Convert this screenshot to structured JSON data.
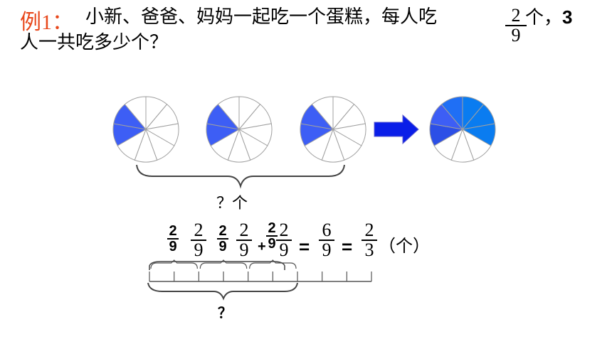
{
  "example": {
    "label": "例1：",
    "text_line1": "小新、爸爸、妈妈一起吃一个蛋糕，每人吃",
    "text_line1_tail": "个，",
    "text_count": "3",
    "text_line2": "人一共吃多少个？",
    "fraction": {
      "numerator": "2",
      "denominator": "9"
    }
  },
  "pies": {
    "slices": 9,
    "filled_each": 2,
    "count": 3,
    "result_filled": 6,
    "colors": {
      "fill": "#3d5ef5",
      "fill_alt": "#1f6ff5",
      "result_light": "#0a7cf0",
      "result_dark": "#2c4fe6",
      "empty": "#ffffff",
      "arrow": "#0a1ee8",
      "outline": "#a0a0a0"
    }
  },
  "brace_label": "？个",
  "equation": {
    "addends": [
      {
        "numerator": "2",
        "denominator": "9"
      },
      {
        "numerator": "2",
        "denominator": "9"
      },
      {
        "numerator": "2",
        "denominator": "9"
      }
    ],
    "small_fractions": [
      {
        "numerator": "2",
        "denominator": "9"
      },
      {
        "numerator": "2",
        "denominator": "9"
      },
      {
        "numerator": "2",
        "denominator": "9"
      }
    ],
    "plus": "+",
    "equals": "=",
    "sum": {
      "numerator": "6",
      "denominator": "9"
    },
    "simplified": {
      "numerator": "2",
      "denominator": "3"
    },
    "unit": "（个）"
  },
  "number_line": {
    "segments": 9,
    "label": "？"
  }
}
